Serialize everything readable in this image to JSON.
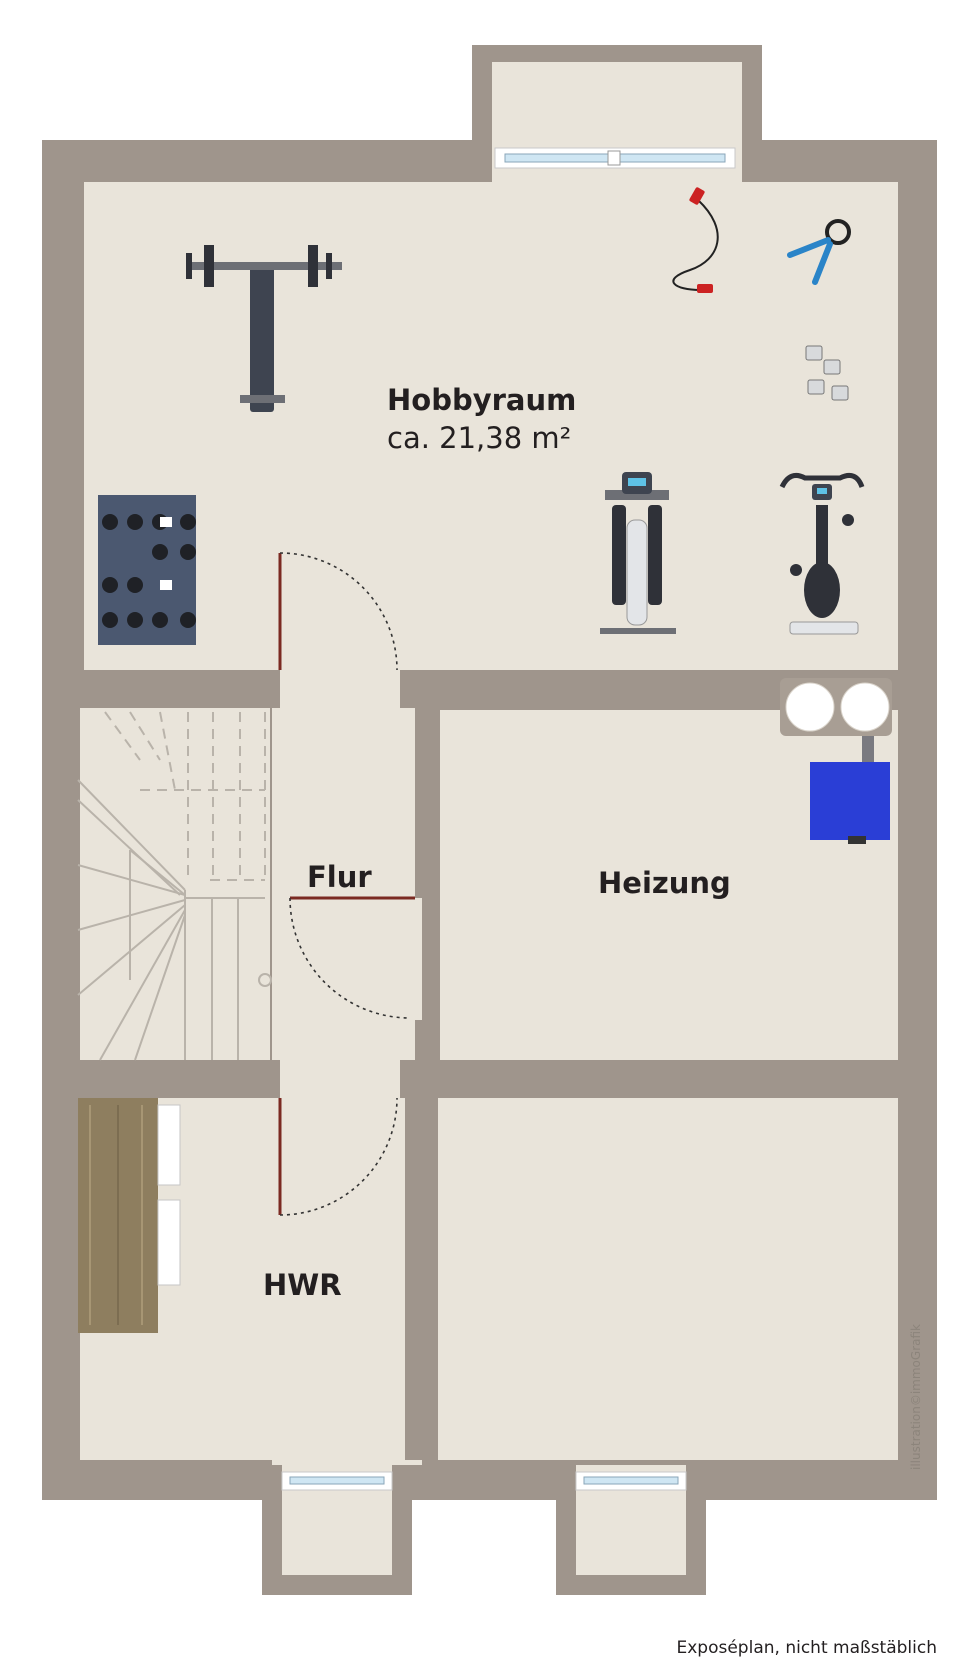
{
  "rooms": {
    "hobbyraum": {
      "name": "Hobbyraum",
      "area": "ca. 21,38 m²"
    },
    "flur": {
      "name": "Flur"
    },
    "heizung": {
      "name": "Heizung"
    },
    "hwr": {
      "name": "HWR"
    }
  },
  "credit": "illustration©immoGrafik",
  "footer_note": "Exposéplan, nicht maßstäblich",
  "colors": {
    "wall": "#9f958c",
    "floor": "#e9e4da",
    "door_line": "#7b2a22",
    "window_glass": "#cfe6f3",
    "boiler": "#2a3ed6",
    "worktop": "#8e7e5f",
    "stair_line": "#b9b3aa",
    "equipment_dark": "#3e4450",
    "label": "#231f20"
  },
  "icons": [
    "barbell-bench-icon",
    "dumbbell-rack-icon",
    "resistance-band-icon",
    "hand-gripper-icon",
    "small-dumbbells-icon",
    "elliptical-trainer-icon",
    "exercise-bike-icon",
    "water-tank-icon",
    "boiler-icon",
    "washing-machine-icon",
    "dryer-icon",
    "staircase-icon"
  ]
}
